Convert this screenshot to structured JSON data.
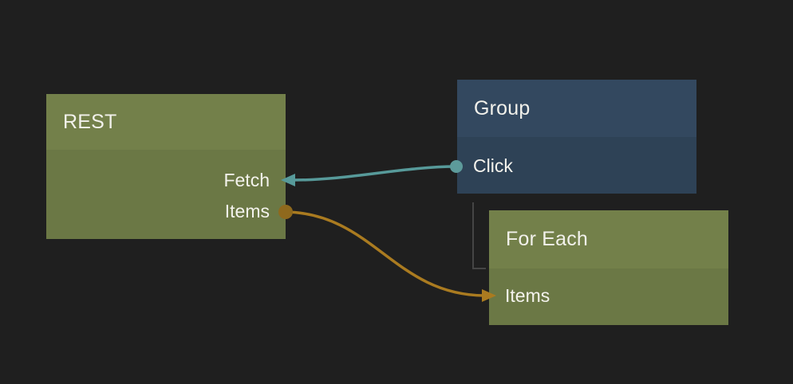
{
  "editor": {
    "background_color": "#1f1f1f",
    "text_color": "#f2f1eb"
  },
  "nodes": [
    {
      "id": "rest",
      "title": "REST",
      "header_color": "#73804a",
      "body_color": "#6b7845",
      "ports": [
        {
          "label": "Fetch",
          "side": "right",
          "connector": "teal-arrow-in"
        },
        {
          "label": "Items",
          "side": "right",
          "connector": "orange-dot-out"
        }
      ]
    },
    {
      "id": "group",
      "title": "Group",
      "header_color": "#33485f",
      "body_color": "#2e4256",
      "ports": [
        {
          "label": "Click",
          "side": "left",
          "connector": "teal-dot-out"
        }
      ]
    },
    {
      "id": "foreach",
      "title": "For Each",
      "header_color": "#73804a",
      "body_color": "#6b7845",
      "ports": [
        {
          "label": "Items",
          "side": "left",
          "connector": "orange-arrow-in"
        }
      ]
    }
  ],
  "connections": [
    {
      "from": "Group.Click",
      "to": "REST.Fetch",
      "color": "#579a9a",
      "style": "signal-wire"
    },
    {
      "from": "REST.Items",
      "to": "For Each.Items",
      "color": "#aa7b20",
      "style": "data-wire"
    },
    {
      "from": "Group",
      "to": "For Each",
      "color": "#454545",
      "style": "parent-child-line"
    }
  ]
}
